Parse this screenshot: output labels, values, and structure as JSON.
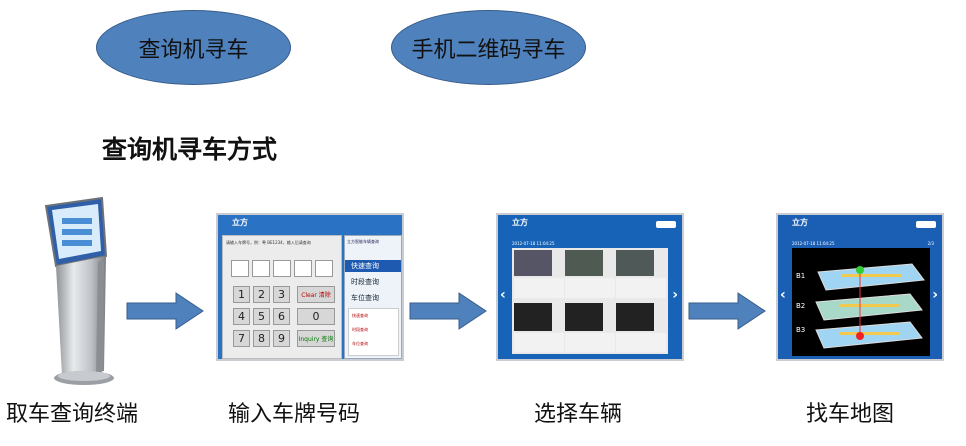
{
  "ellipses": {
    "left": "查询机寻车",
    "right": "手机二维码寻车"
  },
  "heading": "查询机寻车方式",
  "steps": [
    {
      "caption": "取车查询终端"
    },
    {
      "caption": "输入车牌号码"
    },
    {
      "caption": "选择车辆"
    },
    {
      "caption": "找车地图"
    }
  ],
  "screen2": {
    "logo": "立方",
    "prompt": "请输入车牌号，例：粤 BE1234，输入后请查询",
    "panel_title": "立方智能车辆查询",
    "keys": [
      "1",
      "2",
      "3",
      "4",
      "5",
      "6",
      "7",
      "8",
      "9",
      "0"
    ],
    "clear_label": "Clear 清除",
    "inquiry_label": "Inquiry 查询",
    "menu": [
      "快速查询",
      "时段查询",
      "车位查询"
    ],
    "notes": [
      "快速查询",
      "时段查询",
      "车位查询"
    ]
  },
  "screen3": {
    "logo": "立方",
    "date": "2012-07-18 11:04:25"
  },
  "screen4": {
    "logo": "立方",
    "date": "2012-07-18 11:04:25",
    "page": "2/3",
    "floors": [
      "B1",
      "B2",
      "B3"
    ]
  },
  "colors": {
    "ellipse": "#4f81bd",
    "arrow": "#4f81bd",
    "screen": "#1763b8"
  }
}
